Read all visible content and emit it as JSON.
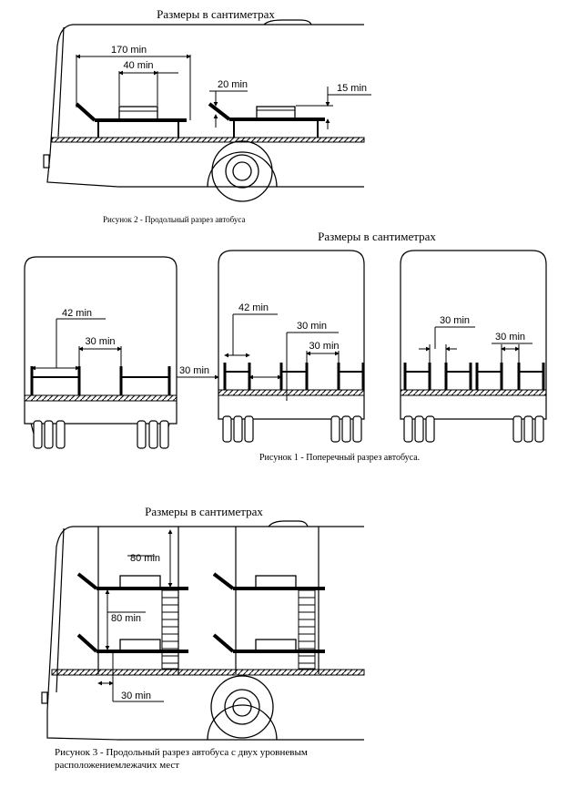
{
  "figure2": {
    "heading": "Размеры в сантиметрах",
    "caption": "Рисунок 2 - Продольный разрез автобуса",
    "dims": {
      "length": "170 min",
      "pillow": "40 min",
      "head": "20 min",
      "height": "15 min"
    }
  },
  "figure1": {
    "heading": "Размеры в сантиметрах",
    "caption": "Рисунок 1 - Поперечный разрез автобуса.",
    "dims": {
      "a_width": "42 min",
      "a_aisle": "30 min",
      "b_side": "30 min",
      "b_width": "42 min",
      "b_aisle": "30 min",
      "b_gap": "30 min",
      "c_left": "30 min",
      "c_right": "30 min"
    }
  },
  "figure3": {
    "heading": "Размеры в сантиметрах",
    "caption_line1": "Рисунок 3 - Продольный разрез автобуса с двух уровневым",
    "caption_line2": "расположениемлежачих мест",
    "dims": {
      "upper": "80 min",
      "lower": "80 min",
      "step": "30 min"
    }
  }
}
